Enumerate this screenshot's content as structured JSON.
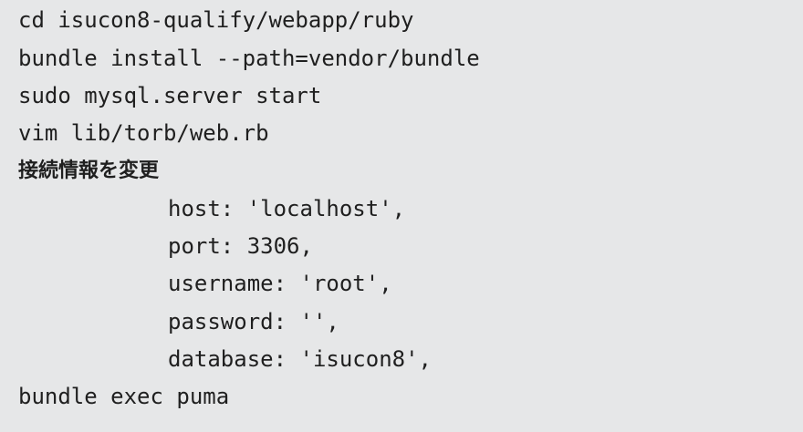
{
  "lines": [
    "cd isucon8-qualify/webapp/ruby",
    "bundle install --path=vendor/bundle",
    "sudo mysql.server start",
    "vim lib/torb/web.rb",
    "接続情報を変更",
    "host: 'localhost',",
    "port: 3306,",
    "username: 'root',",
    "password: '',",
    "database: 'isucon8',",
    "bundle exec puma"
  ]
}
